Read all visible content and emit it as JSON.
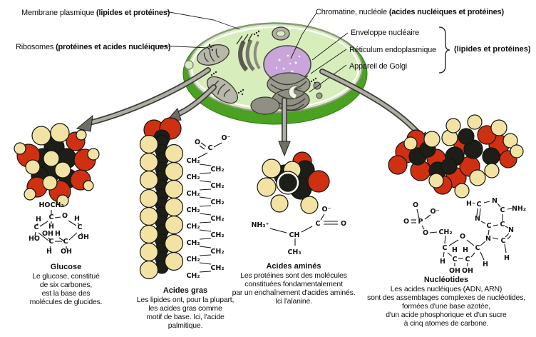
{
  "colors": {
    "hydrogen_sphere": "#f2e3a4",
    "oxygen_sphere": "#cf3011",
    "carbon_sphere": "#1e1e18",
    "cell_outer_green": "#4aa122",
    "cytoplasm_green": "#d8edbc",
    "nucleus_purple": "#c9a5da",
    "organelle_gray": "#a9a9a0"
  },
  "cell": {
    "labels_left": [
      {
        "prefix": "Membrane plasmique ",
        "bold": "(lipides et protéines)"
      },
      {
        "prefix": "Ribosomes ",
        "bold": "(protéines et acides nucléiques)"
      }
    ],
    "labels_right": [
      {
        "prefix": "Chromatine, nucléole ",
        "bold": "(acides nucléiques et protéines)"
      },
      {
        "prefix": "Enveloppe nucléaire",
        "bold": ""
      },
      {
        "prefix": "Réticulum endoplasmique",
        "bold": ""
      },
      {
        "prefix": "Appareil de Golgi",
        "bold": ""
      }
    ],
    "brace_note": "(lipides et protéines)"
  },
  "sections": {
    "glucose": {
      "title": "Glucose",
      "lines": [
        "Le glucose, constitué",
        "de six carbones,",
        "est la base des",
        "molécules de glucides."
      ]
    },
    "fatty": {
      "title": "Acides gras",
      "lines": [
        "Les lipides ont, pour la plupart,",
        "les acides gras comme",
        "motif de base. Ici, l'acide",
        "palmitique."
      ]
    },
    "amino": {
      "title": "Acides aminés",
      "lines": [
        "Les protéines sont des molécules",
        "constituées fondamentalement",
        "par un enchaînement d'acides aminés.",
        "Ici l'alanine."
      ]
    },
    "nucleotide": {
      "title": "Nucléotides",
      "lines": [
        "Les acides nucléiques (ADN, ARN)",
        "sont des assemblages complexes de nucléotides,",
        "formées d'une base azotée,",
        "d'un acide phosphorique et d'un sucre",
        "à cinq atomes de carbone."
      ]
    }
  },
  "formulas": {
    "glucose": {
      "a": [
        "HOCH₂",
        "C",
        "O",
        "H",
        "C",
        "HO",
        "H",
        "OH",
        "H",
        "H",
        "C",
        "OH",
        "C",
        "C",
        "H",
        "OH"
      ]
    },
    "fatty": {
      "o1": "O",
      "c": "C",
      "o2": "O⁻",
      "ch2": [
        "CH₂",
        "CH₂",
        "CH₂",
        "CH₂",
        "CH₂",
        "CH₂",
        "CH₂",
        "CH₂",
        "CH₂",
        "CH₂",
        "CH₂",
        "CH₂",
        "CH₂",
        "CH₂",
        "CH₂"
      ]
    },
    "amino": {
      "nh3": "NH₃⁺",
      "ch": "CH",
      "c": "C",
      "o_minus": "O⁻",
      "o": "O",
      "ch3": "CH₃"
    },
    "nucleotide": {
      "p_o_top": "O",
      "p_o_minus": "O⁻",
      "p_o_left": "O",
      "p": "P",
      "p_o_bottom": "O",
      "ch2": "CH₂",
      "s_o": "O",
      "s_c1": "C",
      "s_c2": "C",
      "s_h1": "H",
      "s_h2": "H",
      "s_c3": "C",
      "s_c4": "C",
      "s_oh1": "OH",
      "s_oh2": "OH",
      "s_h3": "H",
      "s_h4": "H",
      "b_h2": "H",
      "b_c2": "C",
      "b_n1": "N",
      "b_c6": "C",
      "b_nh2": "NH₂",
      "b_n3": "N",
      "b_c4": "C",
      "b_c5": "C",
      "b_n7": "N",
      "b_c8": "C",
      "b_h8": "H",
      "b_n9": "N"
    }
  }
}
